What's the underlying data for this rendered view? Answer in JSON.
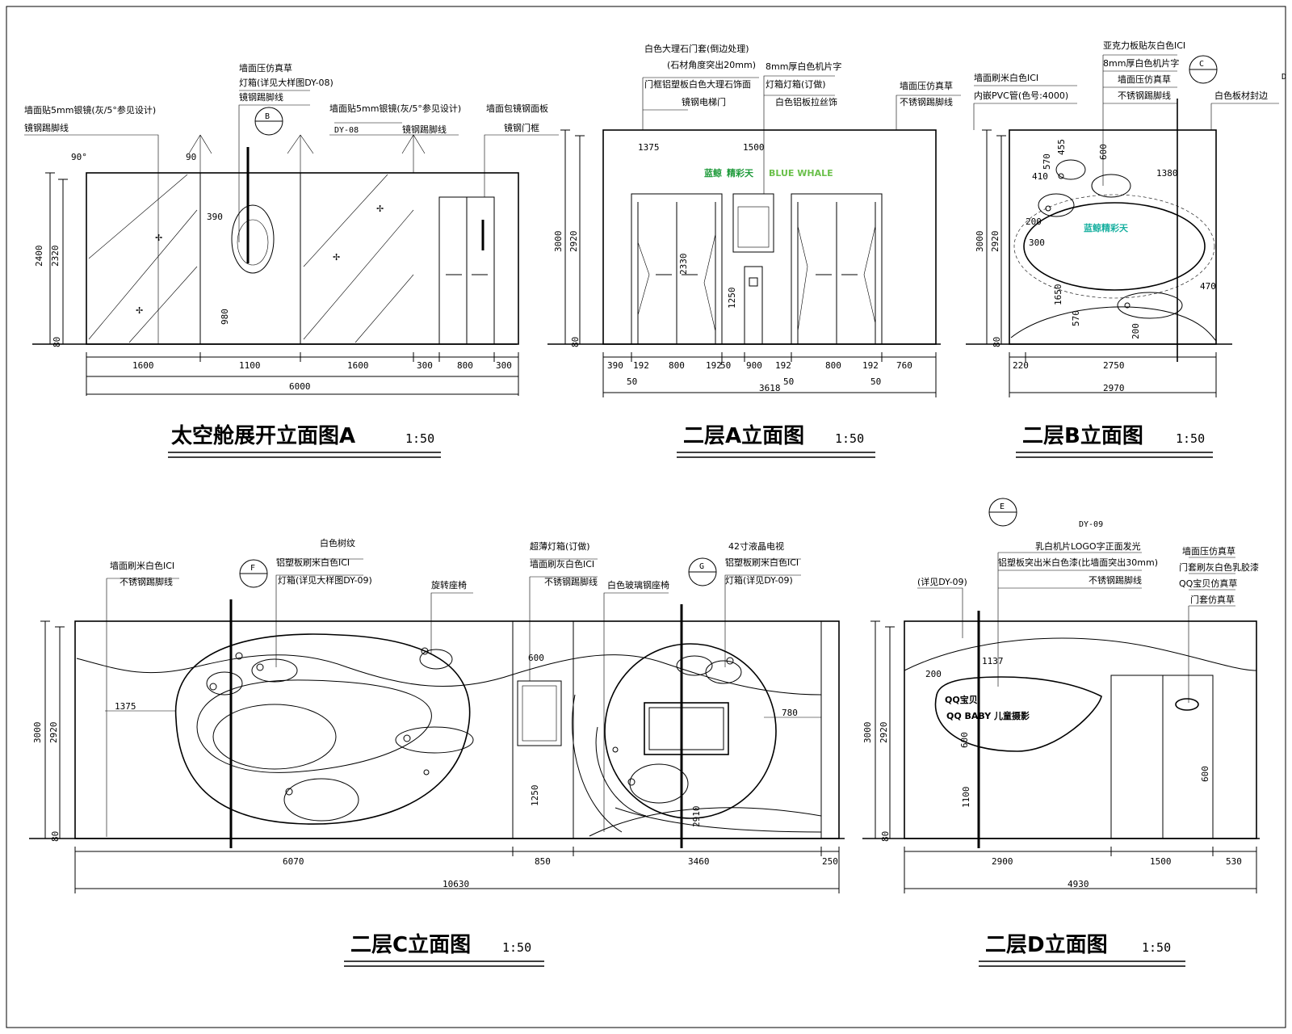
{
  "edge_tag": "D",
  "drawings": {
    "a": {
      "title": "太空舱展开立面图A",
      "scale": "1:50",
      "h_dims": [
        "1600",
        "1100",
        "1600",
        "300",
        "800",
        "300"
      ],
      "total": "6000",
      "v_dims": [
        "2400",
        "2320",
        "80"
      ],
      "angles": [
        "90°",
        "90"
      ],
      "inner_dims": [
        "390",
        "980"
      ],
      "marker": "B",
      "code": "DY-08",
      "callouts": [
        [
          "墙面贴5mm银镜(灰/5°参见设计)",
          "镜钢踢脚线"
        ],
        [
          "墙面压仿真草",
          "灯箱(详见大样图DY-08)",
          "镜钢踢脚线"
        ],
        [
          "墙面贴5mm银镜(灰/5°参见设计)",
          "镜钢踢脚线"
        ],
        [
          "墙面包镜钢面板",
          "镜钢门框"
        ]
      ]
    },
    "b": {
      "title": "二层A立面图",
      "scale": "1:50",
      "h_dims": [
        "390",
        "192",
        "800",
        "192",
        "50",
        "900",
        "192",
        "800",
        "192",
        "760"
      ],
      "h_sub": [
        "50",
        "50",
        "50"
      ],
      "total": "3618",
      "v_dims": [
        "3000",
        "2920",
        "80"
      ],
      "inner_dims": [
        "1375",
        "1500",
        "2330",
        "1250"
      ],
      "sign_text": [
        "蓝鲸",
        "精彩天",
        "BLUE WHALE"
      ],
      "callouts": [
        [
          "白色大理石门套(倒边处理)",
          "(石材角度突出20mm)"
        ],
        [
          "门框铝塑板白色大理石饰面",
          "镜钢电梯门"
        ],
        [
          "8mm厚白色机片字",
          "灯箱灯箱(订做)",
          "白色铝板拉丝饰"
        ],
        [
          "墙面压仿真草",
          "不锈钢踢脚线"
        ]
      ]
    },
    "c": {
      "title": "二层B立面图",
      "scale": "1:50",
      "h_dims": [
        "220",
        "2750"
      ],
      "total": "2970",
      "v_dims": [
        "3000",
        "2920",
        "80"
      ],
      "inner_dims": [
        "455",
        "570",
        "410",
        "600",
        "1380",
        "200",
        "300",
        "1650",
        "470",
        "570",
        "200"
      ],
      "marker": "C",
      "sign_text": "蓝鲸精彩天",
      "callouts": [
        [
          "墙面刷米白色ICI",
          "内嵌PVC管(色号:4000)"
        ],
        [
          "亚克力板贴灰白色ICI",
          "8mm厚白色机片字",
          "墙面压仿真草",
          "不锈钢踢脚线"
        ],
        [
          "白色板材封边"
        ]
      ]
    },
    "d": {
      "title": "二层C立面图",
      "scale": "1:50",
      "h_dims": [
        "6070",
        "850",
        "3460",
        "250"
      ],
      "total": "10630",
      "v_dims": [
        "3000",
        "2920",
        "80"
      ],
      "inner_dims": [
        "1375",
        "600",
        "780",
        "1250",
        "2910"
      ],
      "markers": [
        "F",
        "G"
      ],
      "callouts": [
        [
          "墙面刷米白色ICI",
          "不锈钢踢脚线"
        ],
        [
          "白色树纹",
          "铝塑板刷米白色ICI",
          "灯箱(详见大样图DY-09)"
        ],
        [
          "旋转座椅"
        ],
        [
          "超薄灯箱(订做)",
          "墙面刷灰白色ICI",
          "不锈钢踢脚线"
        ],
        [
          "白色玻璃钢座椅"
        ],
        [
          "42寸液晶电视",
          "铝塑板刷米白色ICI",
          "灯箱(详见DY-09)"
        ]
      ]
    },
    "e": {
      "title": "二层D立面图",
      "scale": "1:50",
      "h_dims": [
        "2900",
        "1500",
        "530"
      ],
      "total": "4930",
      "v_dims": [
        "3000",
        "2920",
        "80"
      ],
      "inner_dims": [
        "200",
        "1137",
        "600",
        "1100",
        "600"
      ],
      "marker": "E",
      "code": "DY-09",
      "logo": [
        "QQ宝贝",
        "QQ BABY 儿童摄影"
      ],
      "callouts": [
        [
          "(详见DY-09)"
        ],
        [
          "乳白机片LOGO字正面发光",
          "铝塑板突出米白色漆(比墙面突出30mm)",
          "不锈钢踢脚线"
        ],
        [
          "墙面压仿真草",
          "门套刷灰白色乳胶漆",
          "QQ宝贝仿真草",
          "门套仿真草"
        ]
      ]
    }
  }
}
